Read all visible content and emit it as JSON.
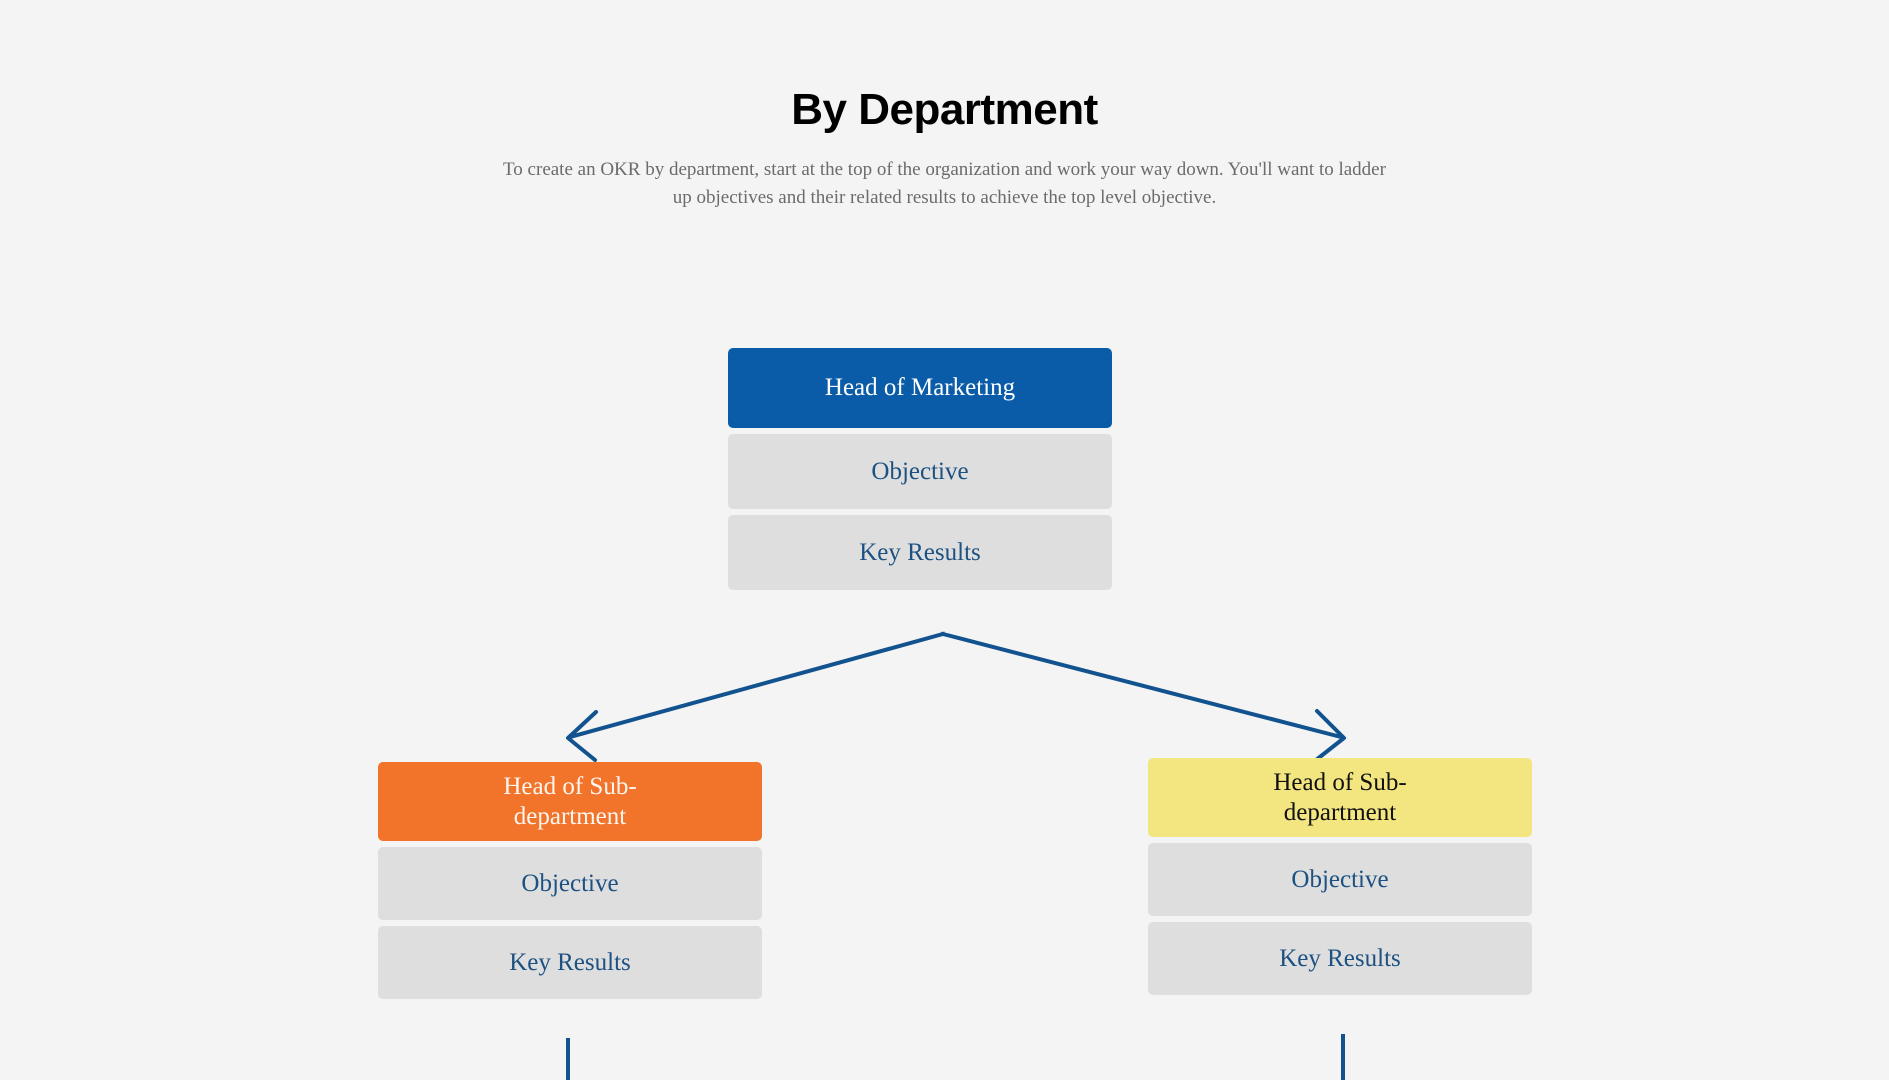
{
  "header": {
    "title": "By Department",
    "subtitle": "To create an OKR by department, start at the top of the organization and work your way down. You'll want to ladder up objectives and their related results to achieve the top level objective."
  },
  "colors": {
    "page_background": "#f4f4f4",
    "root_header": "#0b5ca8",
    "left_header": "#f2742a",
    "right_header": "#f3e681",
    "card": "#dedede",
    "card_text": "#1c5182",
    "connector": "#12538f",
    "title_text": "#000000",
    "subtitle_text": "#6b6b6b"
  },
  "diagram": {
    "type": "org-tree",
    "nodes": [
      {
        "id": "root",
        "header": "Head of Marketing",
        "rows": [
          "Objective",
          "Key Results"
        ]
      },
      {
        "id": "left",
        "header": "Head of Sub-department",
        "header_line1": "Head of Sub-",
        "header_line2": "department",
        "rows": [
          "Objective",
          "Key Results"
        ]
      },
      {
        "id": "right",
        "header": "Head of Sub-department",
        "header_line1": "Head of Sub-",
        "header_line2": "department",
        "rows": [
          "Objective",
          "Key Results"
        ]
      }
    ],
    "edges": [
      {
        "from": "root",
        "to": "left",
        "style": "elbow-arrow"
      },
      {
        "from": "root",
        "to": "right",
        "style": "elbow-arrow"
      },
      {
        "from": "left",
        "to": "below",
        "style": "vertical-line"
      },
      {
        "from": "right",
        "to": "below",
        "style": "vertical-line"
      }
    ]
  }
}
